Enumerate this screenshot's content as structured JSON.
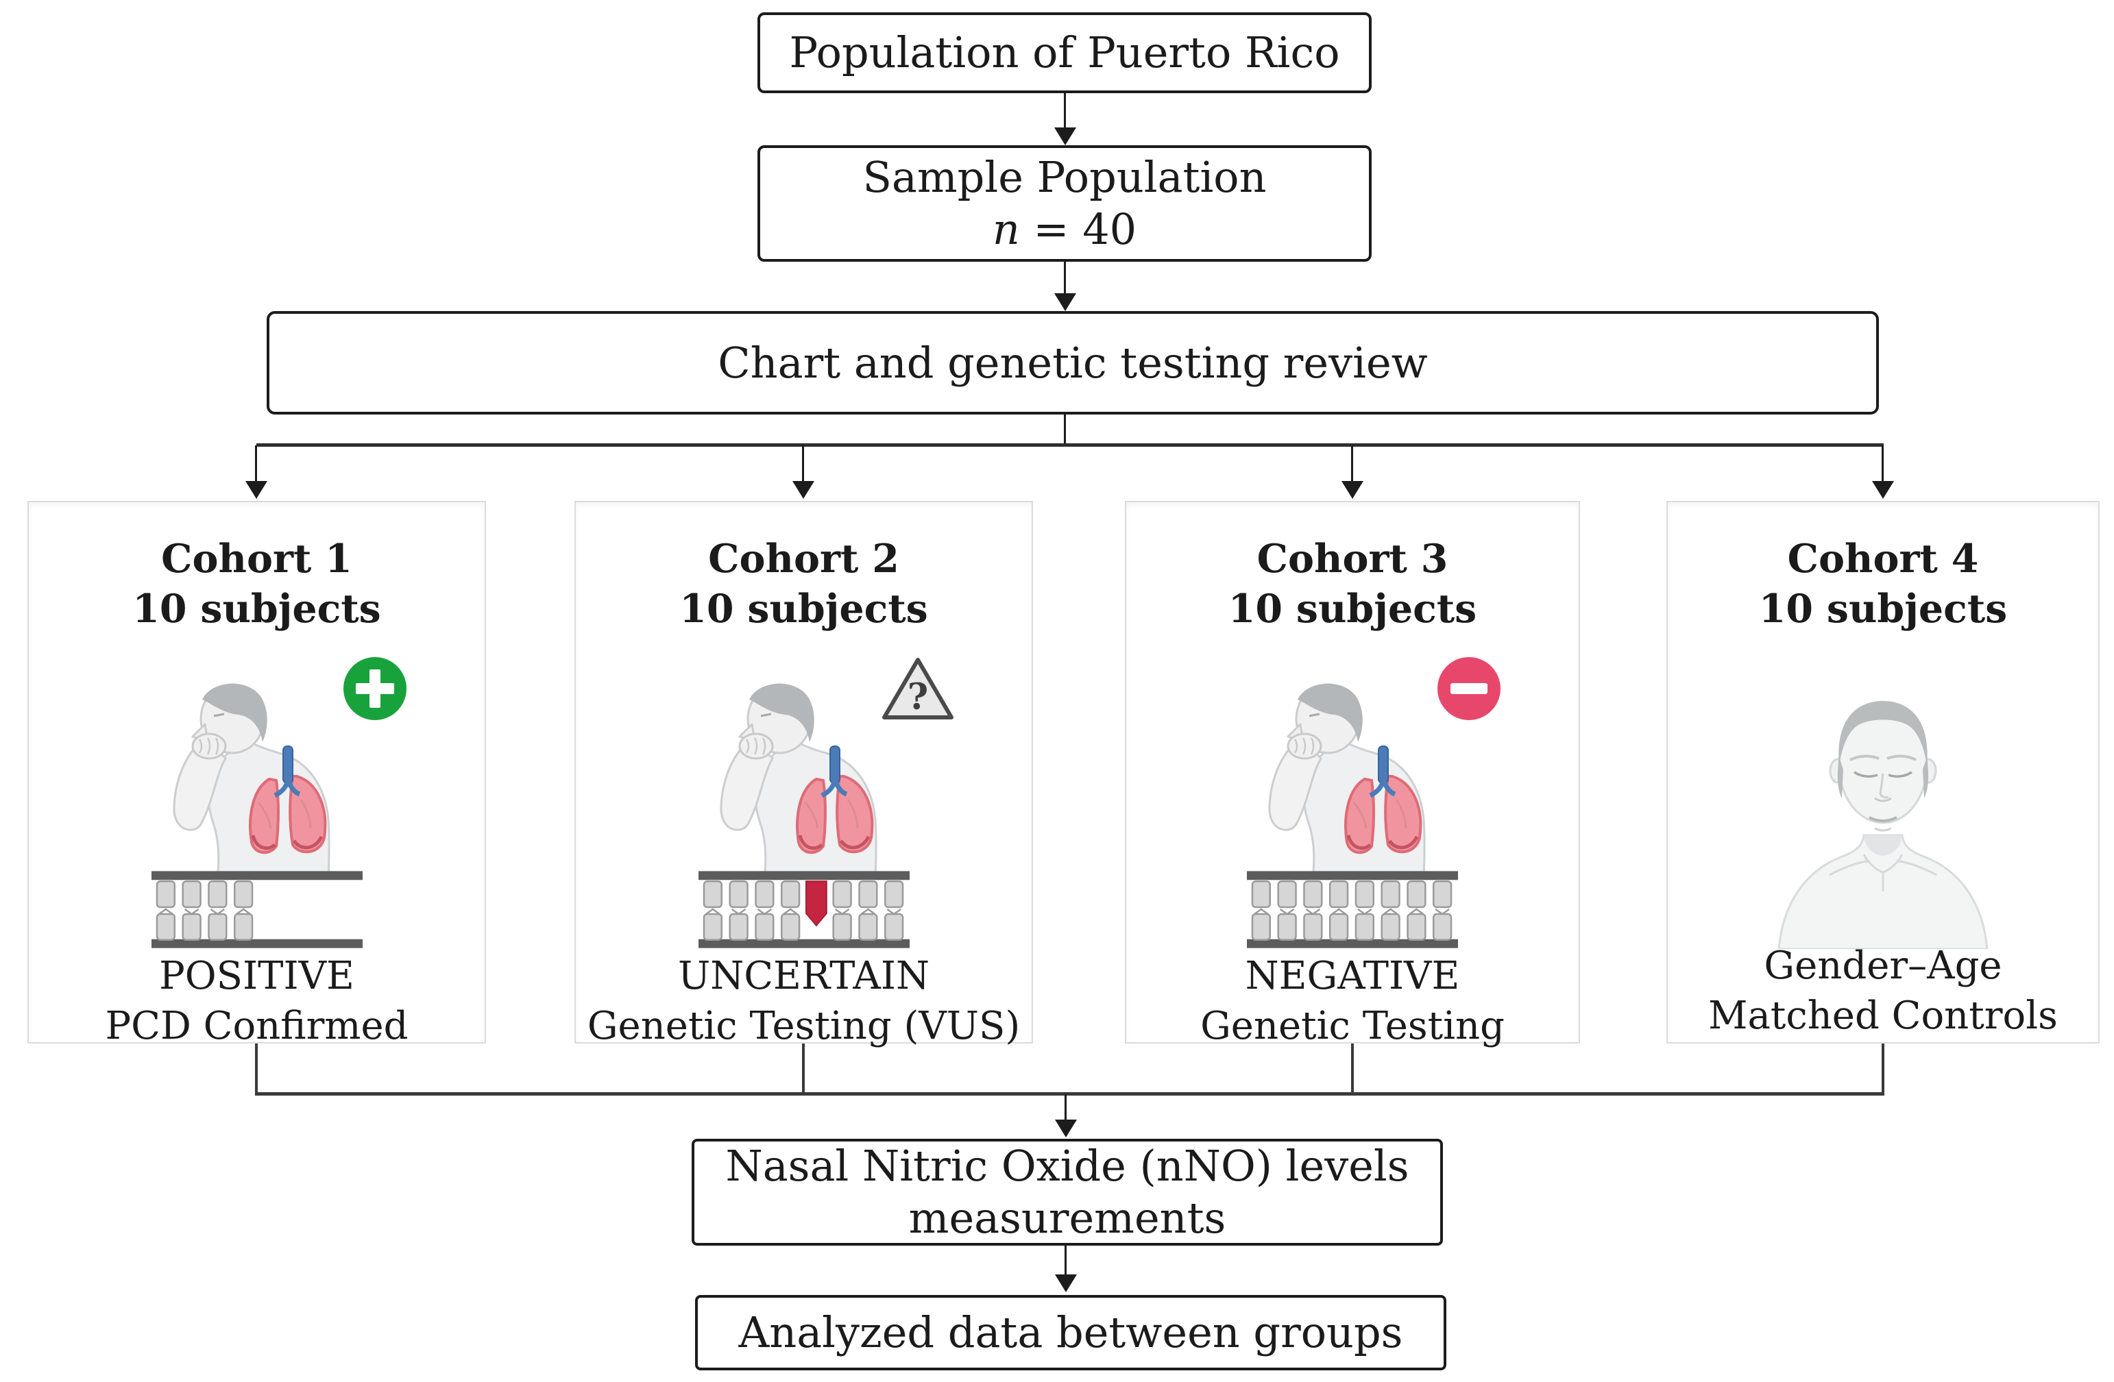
{
  "flow": {
    "population": {
      "label": "Population of Puerto Rico"
    },
    "sample": {
      "line1": "Sample Population",
      "n_italic": "n",
      "n_rest": " = 40"
    },
    "review": {
      "label": "Chart and genetic testing review"
    },
    "nno": {
      "line1": "Nasal Nitric Oxide (nNO) levels",
      "line2": "measurements"
    },
    "analyzed": {
      "label": "Analyzed data between groups"
    }
  },
  "cohorts": [
    {
      "title": "Cohort 1",
      "subtitle": "10 subjects",
      "status_icon": "plus-circle",
      "person": "coughing-person-with-lungs",
      "genetic_graphic": "cilia-partial",
      "result1": "POSITIVE",
      "result2": "PCD Confirmed"
    },
    {
      "title": "Cohort 2",
      "subtitle": "10 subjects",
      "status_icon": "question-triangle",
      "person": "coughing-person-with-lungs",
      "genetic_graphic": "cilia-red-variant",
      "result1": "UNCERTAIN",
      "result2": "Genetic Testing (VUS)"
    },
    {
      "title": "Cohort 3",
      "subtitle": "10 subjects",
      "status_icon": "minus-circle",
      "person": "coughing-person-with-lungs",
      "genetic_graphic": "cilia-full",
      "result1": "NEGATIVE",
      "result2": "Genetic Testing"
    },
    {
      "title": "Cohort 4",
      "subtitle": "10 subjects",
      "status_icon": "none",
      "person": "front-facing-person",
      "genetic_graphic": "none",
      "result1": "Gender–Age",
      "result2": "Matched Controls"
    }
  ],
  "icons": {
    "question_mark": "?"
  },
  "colors": {
    "positive_green": "#18a23c",
    "negative_pink": "#e8476c",
    "variant_red": "#c42641",
    "lung_pink": "#f0959f",
    "trachea_blue": "#4b7cb8",
    "line_dark": "#2e2e2e",
    "bracket_gray": "#3a3a3a",
    "box_border": "#1c1c1c",
    "cohort_border": "#dcdcdc",
    "text": "#1b1b1b"
  }
}
